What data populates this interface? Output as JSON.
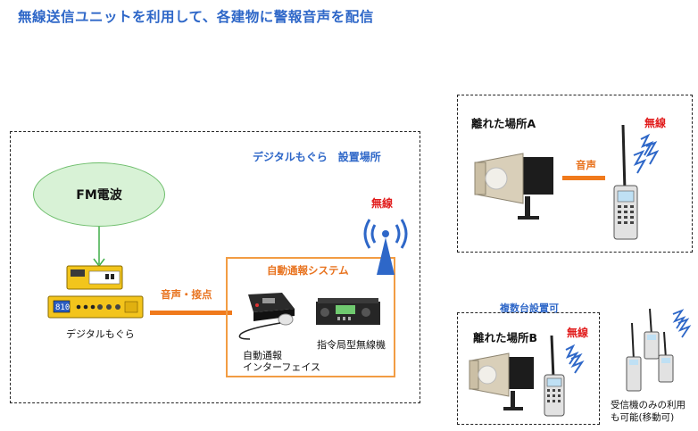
{
  "title": "無線送信ユニットを利用して、各建物に警報音声を配信",
  "main_site": {
    "label": "デジタルもぐら　設置場所",
    "fm_wave": "FM電波",
    "device_caption": "デジタルもぐら",
    "audio_contact": "音声・接点",
    "auto_system_label": "自動通報システム",
    "interface_caption_1": "自動通報",
    "interface_caption_2": "インターフェイス",
    "radio_caption": "指令局型無線機",
    "wireless": "無線"
  },
  "remote_a": {
    "label": "離れた場所A",
    "audio": "音声",
    "wireless": "無線"
  },
  "multi_note": "複数台設置可",
  "remote_b": {
    "label": "離れた場所B",
    "wireless": "無線"
  },
  "receiver_note_1": "受信機のみの利用",
  "receiver_note_2": "も可能(移動可)",
  "colors": {
    "title_blue": "#2e67c8",
    "wireless_red": "#e11b1b",
    "accent_orange": "#f07a1c",
    "fm_green": "#d8f2d6"
  }
}
